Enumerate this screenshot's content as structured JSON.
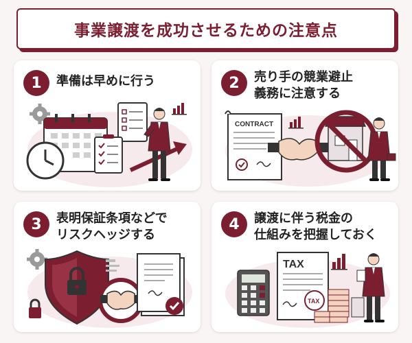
{
  "title": "事業譲渡を成功させるための注意点",
  "colors": {
    "accent": "#7b1e30",
    "dark": "#222222",
    "light_pink": "#f3e4e6"
  },
  "cards": [
    {
      "number": "1",
      "title": "準備は早めに行う",
      "icons": [
        "gear-icon",
        "calendar-icon",
        "clock-icon",
        "checklist-icon",
        "businessman-icon",
        "growth-arrow-icon",
        "bar-chart-icon"
      ]
    },
    {
      "number": "2",
      "title": "売り手の競業避止\n義務に注意する",
      "contract_label": "CONTRACT",
      "icons": [
        "contract-icon",
        "handshake-icon",
        "no-store-icon",
        "businessman-icon",
        "bar-chart-icon"
      ]
    },
    {
      "number": "3",
      "title": "表明保証条項などで\nリスクヘッジする",
      "icons": [
        "gear-icon",
        "shield-lock-icon",
        "handshake-icon",
        "document-check-icon",
        "padlock-icon"
      ]
    },
    {
      "number": "4",
      "title": "譲渡に伴う税金の\n仕組みを把握しておく",
      "tax_label": "TAX",
      "stamp_label": "TAX",
      "icons": [
        "calculator-icon",
        "tax-document-icon",
        "tax-stamp-icon",
        "coins-icon",
        "businessman-icon",
        "bar-chart-icon"
      ]
    }
  ]
}
